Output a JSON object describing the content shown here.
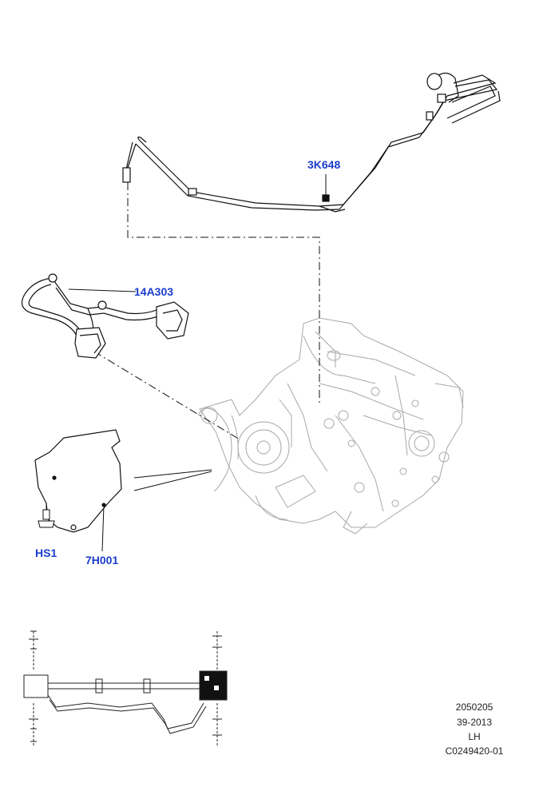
{
  "callouts": {
    "c1": "3K648",
    "c2": "14A303",
    "c3": "HS1",
    "c4": "7H001"
  },
  "meta": {
    "line1": "2050205",
    "line2": "39-2013",
    "line3": "LH",
    "line4": "C0249420-01"
  },
  "colors": {
    "callout": "#1a3ccc",
    "line": "#111111",
    "ghost": "#9a9a9a"
  }
}
